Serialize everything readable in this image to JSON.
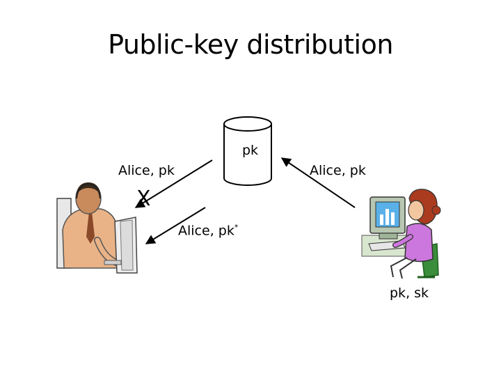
{
  "title": "Public-key distribution",
  "server": {
    "label": "pk"
  },
  "labels": {
    "left_upload": "Alice, pk",
    "right_upload": "Alice, pk",
    "fake_key_prefix": "Alice, pk",
    "fake_key_sup": "*",
    "blocked_mark": "X",
    "alice_keys": "pk, sk"
  },
  "colors": {
    "stroke": "#000000",
    "man_skin": "#c98a5c",
    "man_shirt": "#e9b387",
    "woman_shirt": "#cc77dd",
    "woman_hair": "#aa3b1f",
    "monitor": "#b8c7b1",
    "chair": "#3a8d3a"
  }
}
